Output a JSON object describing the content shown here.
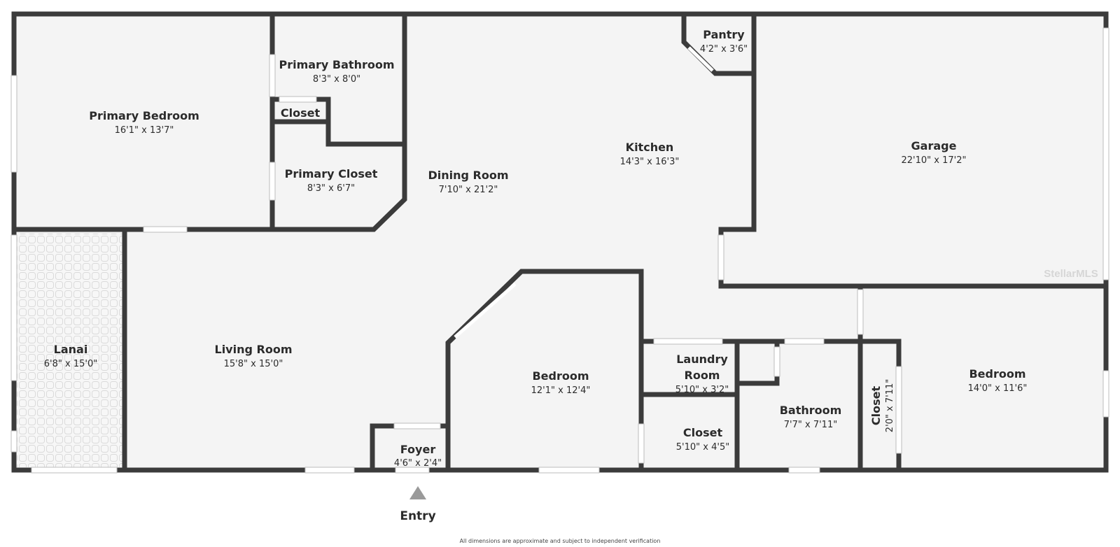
{
  "rooms": {
    "primary_bedroom": {
      "name": "Primary Bedroom",
      "dims": "16'1\" x 13'7\""
    },
    "primary_bathroom": {
      "name": "Primary Bathroom",
      "dims": "8'3\" x 8'0\""
    },
    "closet_small": {
      "name": "Closet"
    },
    "primary_closet": {
      "name": "Primary Closet",
      "dims": "8'3\" x 6'7\""
    },
    "dining_room": {
      "name": "Dining Room",
      "dims": "7'10\" x 21'2\""
    },
    "pantry": {
      "name": "Pantry",
      "dims": "4'2\" x 3'6\""
    },
    "kitchen": {
      "name": "Kitchen",
      "dims": "14'3\" x 16'3\""
    },
    "garage": {
      "name": "Garage",
      "dims": "22'10\" x 17'2\""
    },
    "lanai": {
      "name": "Lanai",
      "dims": "6'8\" x 15'0\""
    },
    "living_room": {
      "name": "Living Room",
      "dims": "15'8\" x 15'0\""
    },
    "bedroom_middle": {
      "name": "Bedroom",
      "dims": "12'1\" x 12'4\""
    },
    "laundry_room": {
      "name_line1": "Laundry",
      "name_line2": "Room",
      "dims": "5'10\" x 3'2\""
    },
    "closet_laundry": {
      "name": "Closet",
      "dims": "5'10\" x 4'5\""
    },
    "bathroom": {
      "name": "Bathroom",
      "dims": "7'7\" x 7'11\""
    },
    "closet_vertical": {
      "name": "Closet",
      "dims": "2'0\" x 7'11\""
    },
    "bedroom_right": {
      "name": "Bedroom",
      "dims": "14'0\" x 11'6\""
    },
    "foyer": {
      "name": "Foyer",
      "dims": "4'6\" x 2'4\""
    }
  },
  "entry_label": "Entry",
  "watermark": "StellarMLS",
  "disclaimer": "All dimensions are approximate and subject to independent verification",
  "colors": {
    "wall": "#3b3b3b",
    "floor": "#f4f4f4",
    "window": "#ffffff",
    "tile_line": "#dadada"
  }
}
